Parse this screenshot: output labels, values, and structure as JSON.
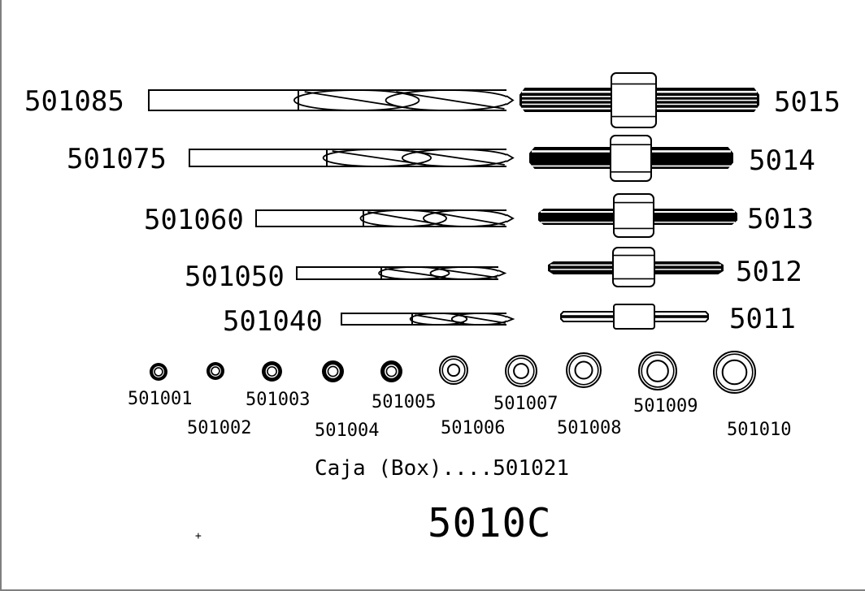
{
  "drawing": {
    "set_number": "5010C",
    "box_note": "Caja (Box)....501021",
    "registration_mark": "+",
    "colors": {
      "line": "#000000",
      "background": "#ffffff",
      "edge": "#7f7f7f"
    },
    "drill_bits": [
      {
        "part": "501085"
      },
      {
        "part": "501075"
      },
      {
        "part": "501060"
      },
      {
        "part": "501050"
      },
      {
        "part": "501040"
      }
    ],
    "pin_vises": [
      {
        "part": "5015"
      },
      {
        "part": "5014"
      },
      {
        "part": "5013"
      },
      {
        "part": "5012"
      },
      {
        "part": "5011"
      }
    ],
    "bushings": [
      {
        "part": "501001"
      },
      {
        "part": "501002"
      },
      {
        "part": "501003"
      },
      {
        "part": "501004"
      },
      {
        "part": "501005"
      },
      {
        "part": "501006"
      },
      {
        "part": "501007"
      },
      {
        "part": "501008"
      },
      {
        "part": "501009"
      },
      {
        "part": "501010"
      }
    ]
  }
}
